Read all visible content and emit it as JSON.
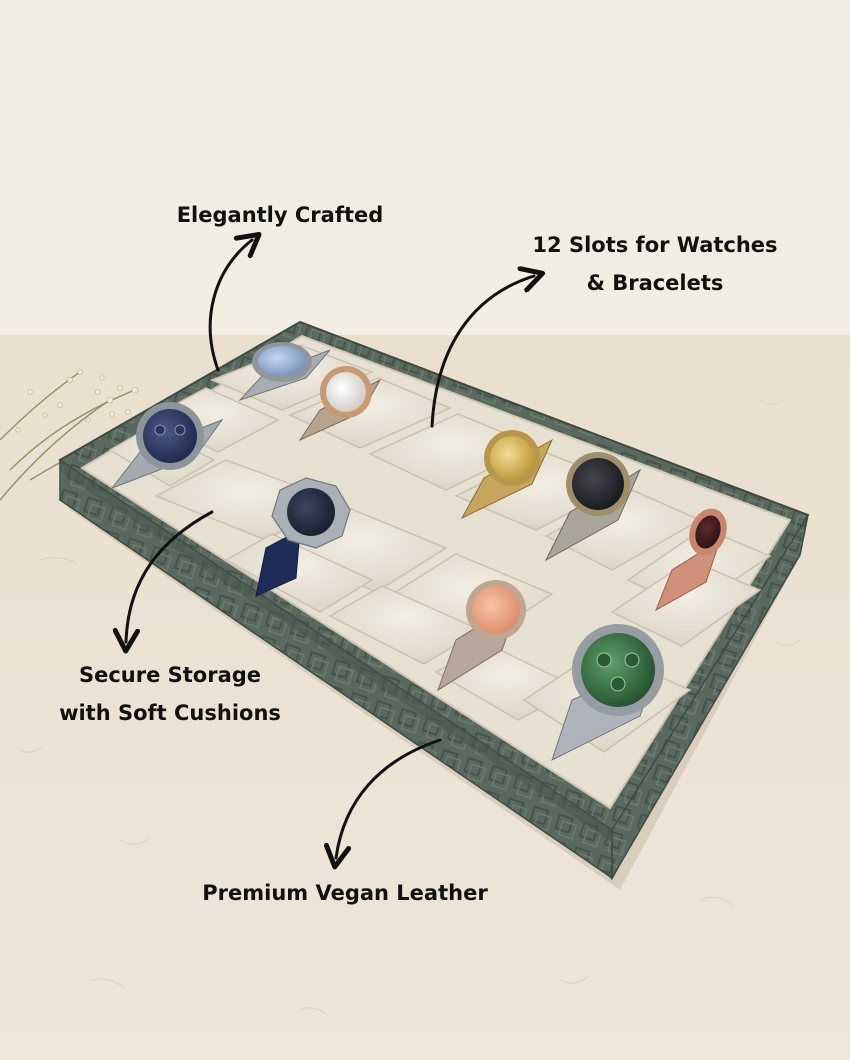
{
  "callouts": {
    "elegantly_crafted": "Elegantly Crafted",
    "slots_line1": "12 Slots for Watches",
    "slots_line2": "& Bracelets",
    "storage_line1": "Secure Storage",
    "storage_line2": "with Soft Cushions",
    "vegan_leather": "Premium Vegan Leather"
  },
  "colors": {
    "background_wall": "#f2ede3",
    "table_surface": "#ece3d3",
    "tray_leather": "#5b6a60",
    "cushion": "#e9e4d6",
    "text": "#111111"
  },
  "product": {
    "slot_count": 12
  }
}
